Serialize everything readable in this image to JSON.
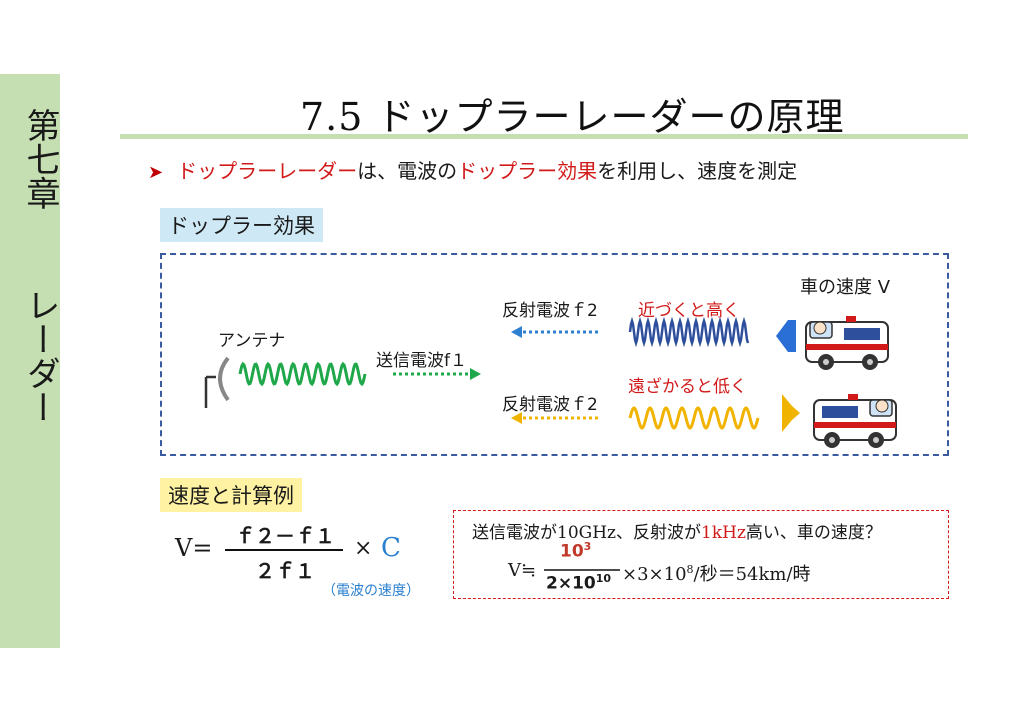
{
  "sidebar": {
    "chapter": "第七章",
    "topic": "レーダー"
  },
  "title": "7.5  ドップラーレーダーの原理",
  "bullet": {
    "part1": "ドップラーレーダー",
    "part2": "は、電波の",
    "part3": "ドップラー効果",
    "part4": "を利用し、速度を測定"
  },
  "doppler": {
    "heading": "ドップラー効果",
    "antenna": "アンテナ",
    "tx": "送信電波f１",
    "reflect_top": "反射電波ｆ2",
    "reflect_bottom": "反射電波ｆ2",
    "approach": "近づくと高く",
    "recede": "遠ざかると低く",
    "car_speed": "車の速度 V"
  },
  "calc": {
    "heading": "速度と計算例",
    "v_eq": "V=",
    "num": "ｆ２－ｆ１",
    "den": "２ｆ１",
    "times_c_x": "×",
    "times_c_c": "C",
    "c_note": "（電波の速度）",
    "question_a": "送信電波が10GHz、反射波が",
    "question_b": "1kHz",
    "question_c": "高い、車の速度？",
    "ans_v": "V≒",
    "ans_num": "10",
    "ans_num_exp": "3",
    "ans_den": "2×10",
    "ans_den_exp": "10",
    "ans_rest": "×3×10",
    "ans_rest_exp": "8",
    "ans_tail": "/秒＝54km/時"
  },
  "colors": {
    "green_wave": "#1fa84a",
    "blue_wave": "#2e4f9c",
    "yellow_wave": "#f0b400",
    "red": "#d21a1a",
    "blue_text": "#2a7fd0"
  },
  "icons": [
    "antenna-icon",
    "ambulance-icon",
    "blue-arrow-icon",
    "yellow-arrow-icon"
  ]
}
